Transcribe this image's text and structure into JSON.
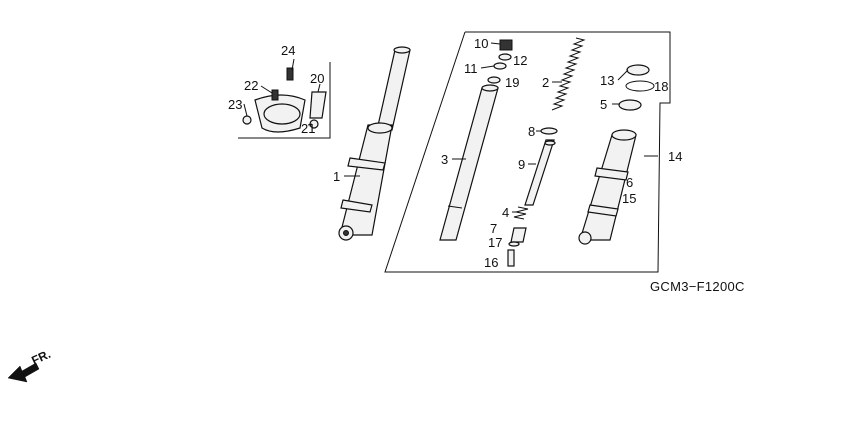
{
  "diagram": {
    "code": "GCM3−F1200C",
    "direction_label": "FR.",
    "colors": {
      "ink": "#111111",
      "background": "#ffffff"
    },
    "callouts": [
      {
        "id": "c1",
        "text": "1"
      },
      {
        "id": "c2",
        "text": "2"
      },
      {
        "id": "c3",
        "text": "3"
      },
      {
        "id": "c4",
        "text": "4"
      },
      {
        "id": "c5",
        "text": "5"
      },
      {
        "id": "c6",
        "text": "6"
      },
      {
        "id": "c7",
        "text": "7"
      },
      {
        "id": "c8",
        "text": "8"
      },
      {
        "id": "c9",
        "text": "9"
      },
      {
        "id": "c10",
        "text": "10"
      },
      {
        "id": "c11",
        "text": "11"
      },
      {
        "id": "c12",
        "text": "12"
      },
      {
        "id": "c13",
        "text": "13"
      },
      {
        "id": "c14",
        "text": "14"
      },
      {
        "id": "c15",
        "text": "15"
      },
      {
        "id": "c16",
        "text": "16"
      },
      {
        "id": "c17",
        "text": "17"
      },
      {
        "id": "c18",
        "text": "18"
      },
      {
        "id": "c19",
        "text": "19"
      },
      {
        "id": "c20",
        "text": "20"
      },
      {
        "id": "c21",
        "text": "21"
      },
      {
        "id": "c22",
        "text": "22"
      },
      {
        "id": "c23",
        "text": "23"
      },
      {
        "id": "c24",
        "text": "24"
      }
    ]
  }
}
